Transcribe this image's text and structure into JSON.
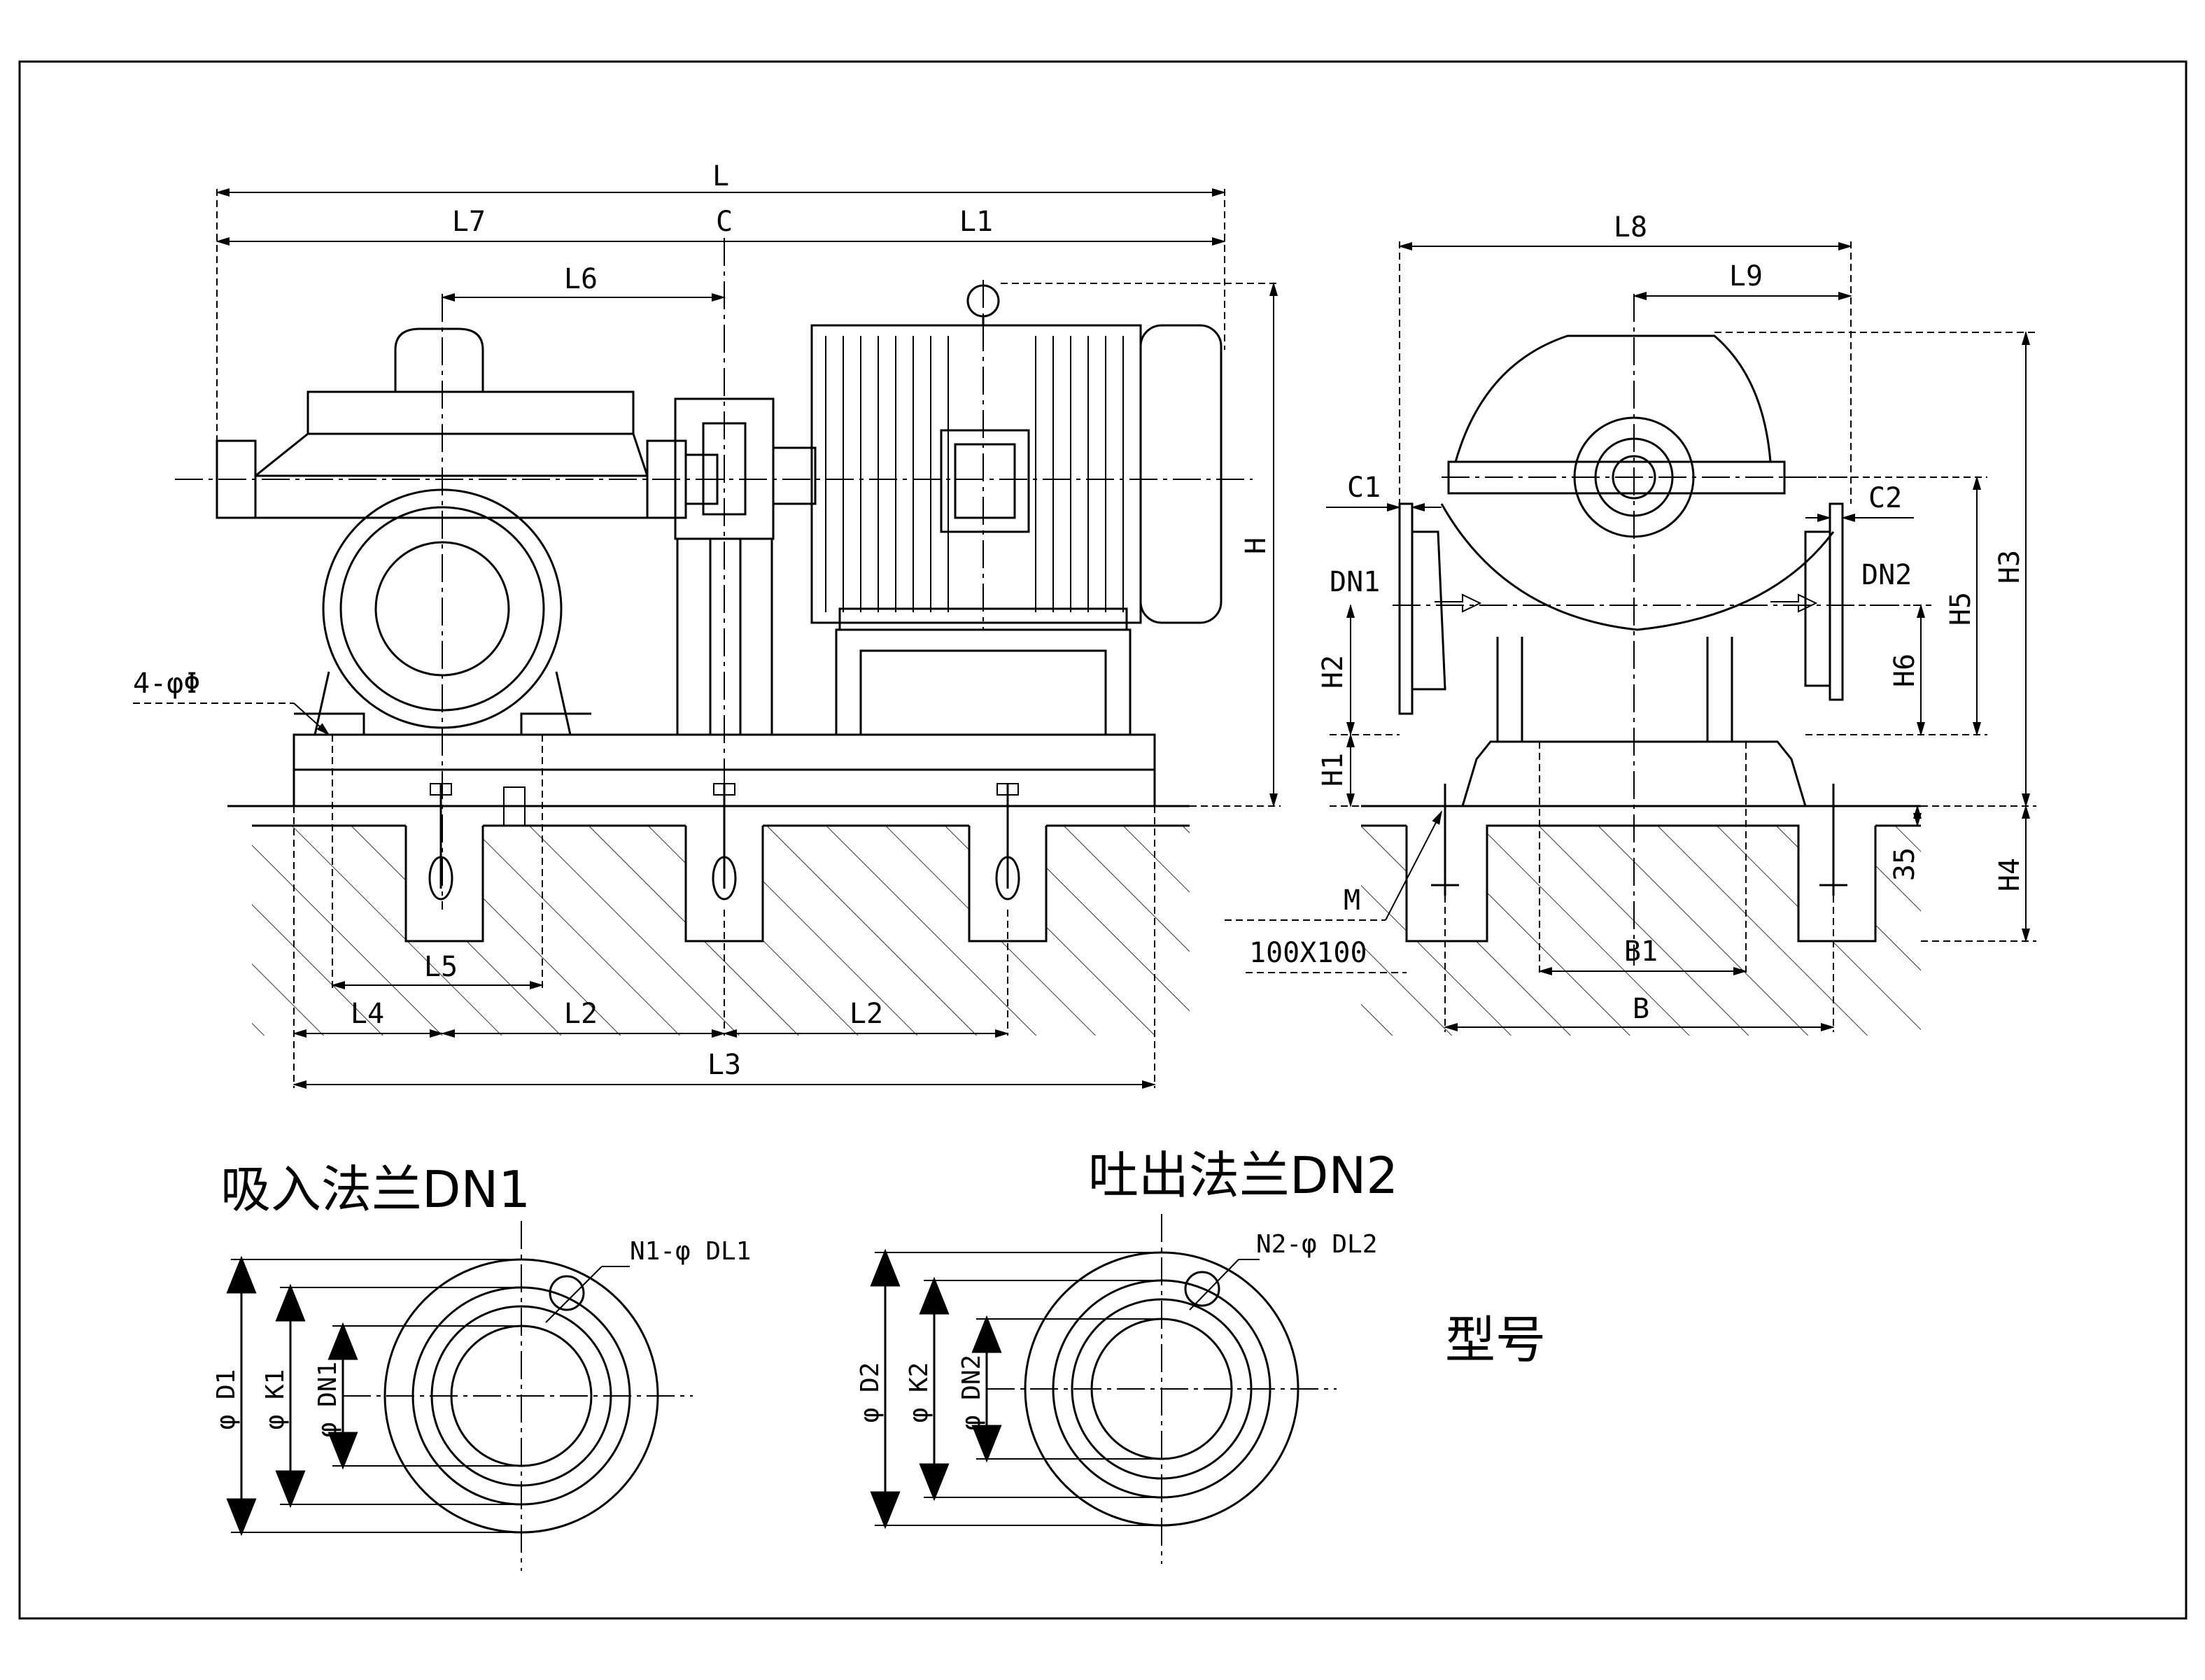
{
  "front_view": {
    "dims": {
      "L": "L",
      "L7": "L7",
      "C": "C",
      "L1": "L1",
      "L6": "L6",
      "H": "H",
      "bolt_holes": "4-φΦ",
      "L5": "L5",
      "L4": "L4",
      "L2a": "L2",
      "L2b": "L2",
      "L3": "L3"
    }
  },
  "side_view": {
    "dims": {
      "L8": "L8",
      "L9": "L9",
      "C1": "C1",
      "C2": "C2",
      "DN1": "DN1",
      "DN2": "DN2",
      "H2": "H2",
      "H1": "H1",
      "H5": "H5",
      "H6": "H6",
      "H3": "H3",
      "M": "M",
      "pad": "100X100",
      "B1": "B1",
      "B": "B",
      "depth35": "35",
      "H4": "H4"
    }
  },
  "suction_flange": {
    "title": "吸入法兰DN1",
    "holes": "N1-φ DL1",
    "D": "φ D1",
    "K": "φ K1",
    "DN": "φ DN1"
  },
  "discharge_flange": {
    "title": "吐出法兰DN2",
    "holes": "N2-φ DL2",
    "D": "φ D2",
    "K": "φ K2",
    "DN": "φ DN2"
  },
  "model_label": "型号"
}
